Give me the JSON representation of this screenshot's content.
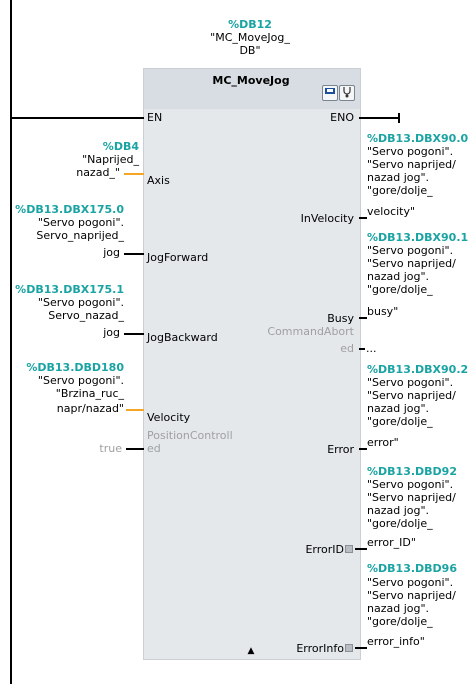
{
  "instance": {
    "address": "%DB12",
    "name_line1": "\"MC_MoveJog_",
    "name_line2": "DB\""
  },
  "block": {
    "title": "MC_MoveJog",
    "icons": [
      "monitor-icon",
      "stethoscope-icon"
    ],
    "expand_glyph": "▲"
  },
  "inputs": {
    "en": "EN",
    "axis": {
      "pin": "Axis",
      "address": "%DB4",
      "symbol": [
        "\"Naprijed_",
        "nazad_\""
      ]
    },
    "jogforward": {
      "pin": "JogForward",
      "address": "%DB13.DBX175.0",
      "symbol": [
        "\"Servo pogoni\".",
        "Servo_naprijed_",
        "jog"
      ]
    },
    "jogbackward": {
      "pin": "JogBackward",
      "address": "%DB13.DBX175.1",
      "symbol": [
        "\"Servo pogoni\".",
        "Servo_nazad_",
        "jog"
      ]
    },
    "velocity": {
      "pin": "Velocity",
      "address": "%DB13.DBD180",
      "symbol": [
        "\"Servo pogoni\".",
        "\"Brzina_ruc_",
        "napr/nazad\""
      ]
    },
    "positioncontrolled": {
      "pin_line1": "PositionControll",
      "pin_line2": "ed",
      "value": "true"
    }
  },
  "outputs": {
    "eno": "ENO",
    "invelocity": {
      "pin": "InVelocity",
      "address": "%DB13.DBX90.0",
      "symbol": [
        "\"Servo pogoni\".",
        "\"Servo naprijed/",
        "nazad jog\".",
        "\"gore/dolje_",
        "velocity\""
      ]
    },
    "busy": {
      "pin": "Busy",
      "address": "%DB13.DBX90.1",
      "symbol": [
        "\"Servo pogoni\".",
        "\"Servo naprijed/",
        "nazad jog\".",
        "\"gore/dolje_",
        "busy\""
      ]
    },
    "commandaborted": {
      "pin_line1": "CommandAbort",
      "pin_line2": "ed",
      "value": "..."
    },
    "error": {
      "pin": "Error",
      "address": "%DB13.DBX90.2",
      "symbol": [
        "\"Servo pogoni\".",
        "\"Servo naprijed/",
        "nazad jog\".",
        "\"gore/dolje_",
        "error\""
      ]
    },
    "errorid": {
      "pin": "ErrorID",
      "address": "%DB13.DBD92",
      "symbol": [
        "\"Servo pogoni\".",
        "\"Servo naprijed/",
        "nazad jog\".",
        "\"gore/dolje_",
        "error_ID\""
      ]
    },
    "errorinfo": {
      "pin": "ErrorInfo",
      "address": "%DB13.DBD96",
      "symbol": [
        "\"Servo pogoni\".",
        "\"Servo naprijed/",
        "nazad jog\".",
        "\"gore/dolje_",
        "error_info\""
      ]
    }
  },
  "colors": {
    "address": "#1aa3a3",
    "wire_input": "#f5a623",
    "block_bg": "#e4e8eb",
    "grey_pin": "#a0a0a0"
  }
}
